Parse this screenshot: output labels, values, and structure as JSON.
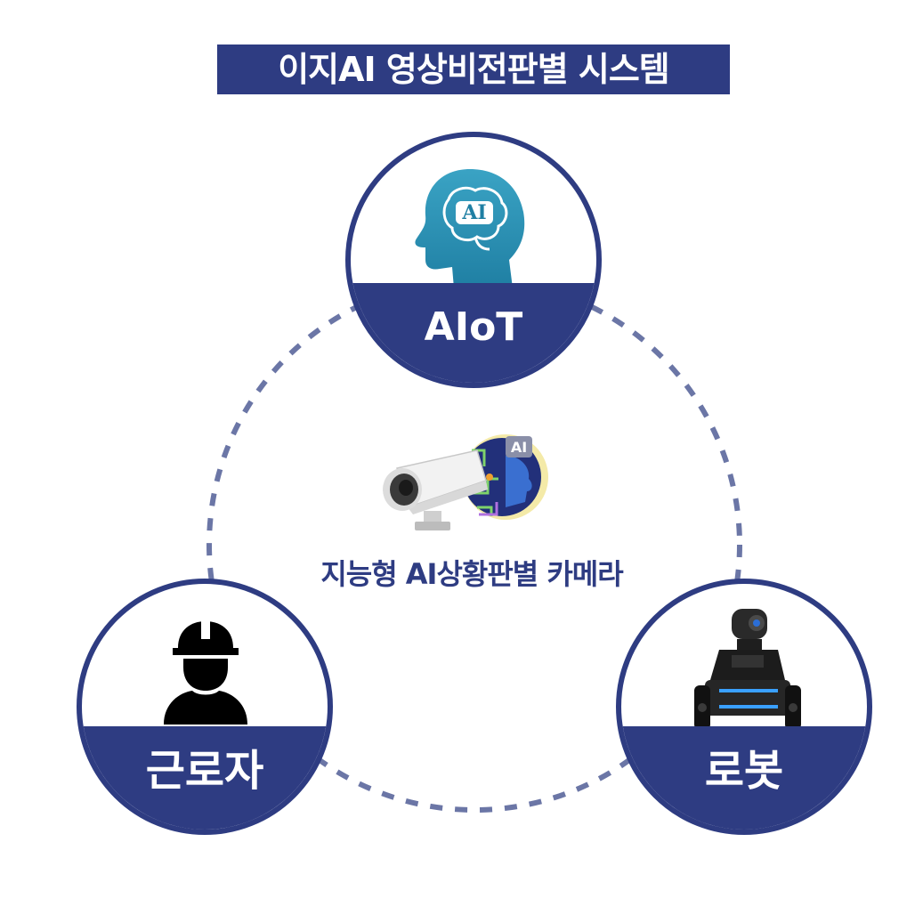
{
  "title": "이지AI 영상비전판별 시스템",
  "nodes": {
    "aiot": {
      "label": "AIoT",
      "icon": "ai-brain-head-icon"
    },
    "worker": {
      "label": "근로자",
      "icon": "worker-hardhat-icon"
    },
    "robot": {
      "label": "로봇",
      "icon": "robot-icon"
    }
  },
  "center": {
    "label": "지능형 AI상황판별 카메라",
    "icon": "ai-camera-icon",
    "badge": "AI"
  },
  "brain_badge": "AI",
  "colors": {
    "navy": "#2e3c82",
    "dotted_ring": "#6b76a6",
    "brain_teal": "#2a8fb0"
  }
}
